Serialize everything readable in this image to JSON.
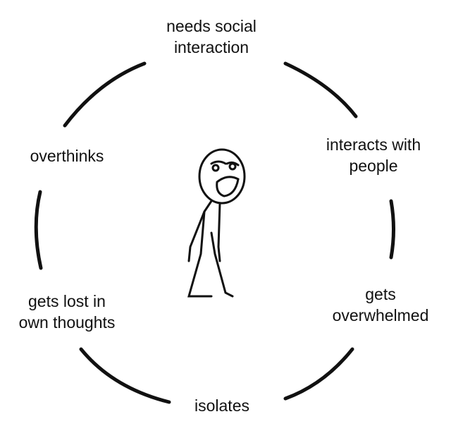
{
  "cycle": {
    "steps": [
      {
        "line1": "needs social",
        "line2": "interaction"
      },
      {
        "line1": "interacts with",
        "line2": "people"
      },
      {
        "line1": "gets",
        "line2": "overwhelmed"
      },
      {
        "line1": "isolates",
        "line2": ""
      },
      {
        "line1": "gets lost in",
        "line2": "own thoughts"
      },
      {
        "line1": "overthinks",
        "line2": ""
      }
    ]
  }
}
